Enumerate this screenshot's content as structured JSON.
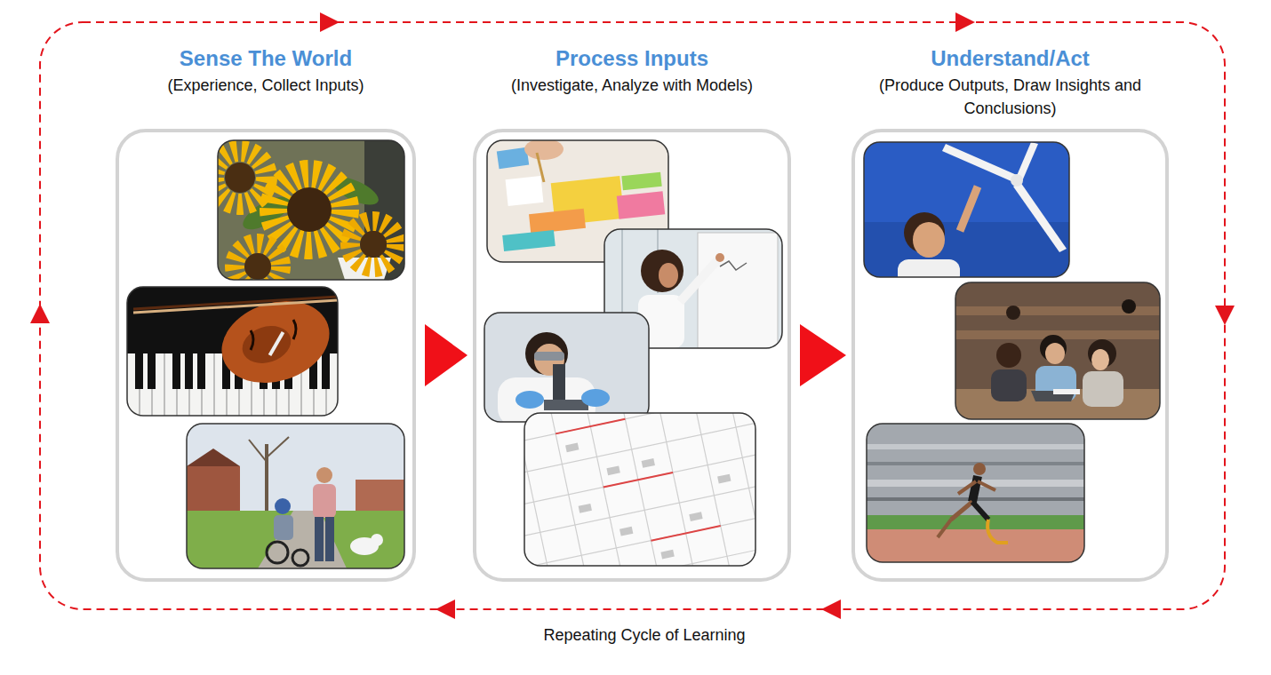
{
  "diagram": {
    "nodes": [
      {
        "text": [
          "Sense The World",
          "(Experience, Collect Inputs)"
        ]
      },
      {
        "text": [
          "Process Inputs",
          "(Investigate, Analyze with Models)"
        ]
      },
      {
        "text": [
          "Understand/Act",
          "(Produce Outputs, Draw Insights and Conclusions)"
        ]
      }
    ],
    "edges": [
      {
        "from": 0,
        "to": 1,
        "arrow": "to"
      },
      {
        "from": 1,
        "to": 2,
        "arrow": "to"
      }
    ],
    "caption": "Repeating Cycle of Learning"
  }
}
